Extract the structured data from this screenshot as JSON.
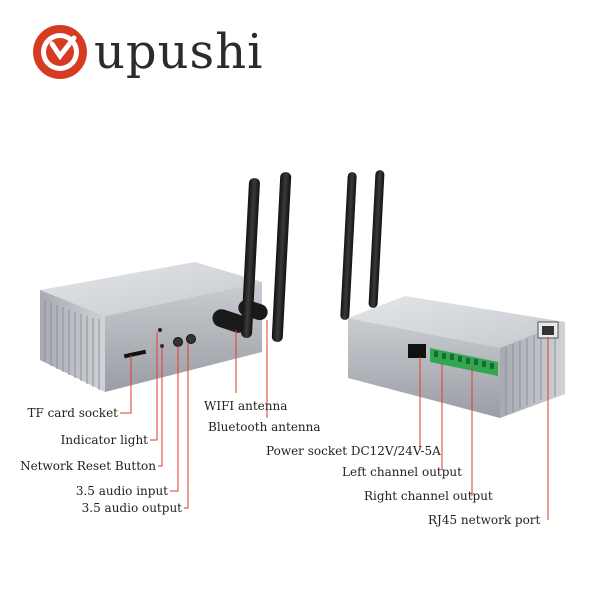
{
  "brand": {
    "name": "upushi",
    "accent_color": "#d63b22"
  },
  "callouts_left_device": [
    "TF card socket",
    "Indicator light",
    "Network Reset Button",
    "3.5 audio input",
    "3.5 audio output"
  ],
  "callouts_antennas": [
    "WIFI antenna",
    "Bluetooth antenna"
  ],
  "callouts_right_device": [
    "Power socket DC12V/24V-5A",
    "Left channel output",
    "Right channel output",
    "RJ45 network port"
  ],
  "line_color": "#e23a2a"
}
